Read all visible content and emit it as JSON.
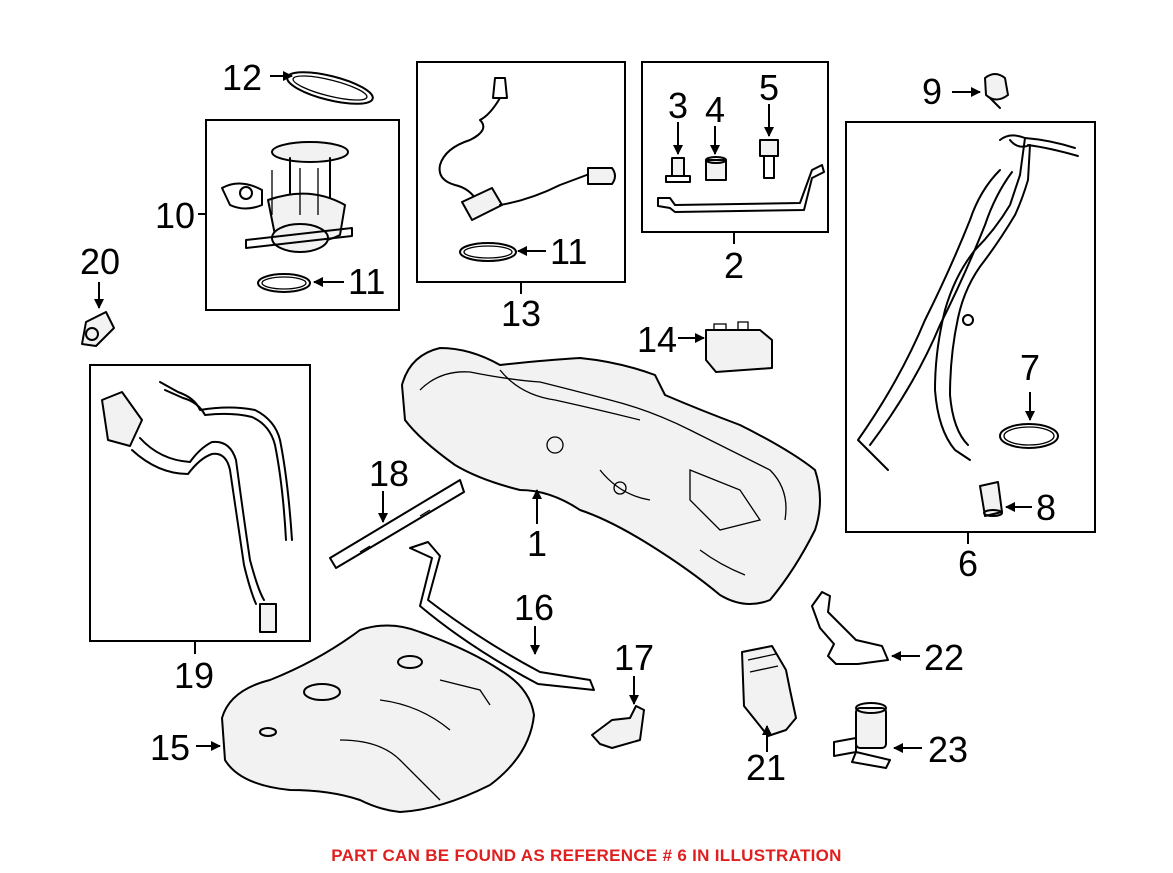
{
  "callouts": {
    "c1": "1",
    "c2": "2",
    "c3": "3",
    "c4": "4",
    "c5": "5",
    "c6": "6",
    "c7": "7",
    "c8": "8",
    "c9": "9",
    "c10": "10",
    "c11a": "11",
    "c11b": "11",
    "c12": "12",
    "c13": "13",
    "c14": "14",
    "c15": "15",
    "c16": "16",
    "c17": "17",
    "c18": "18",
    "c19": "19",
    "c20": "20",
    "c21": "21",
    "c22": "22",
    "c23": "23"
  },
  "footer": {
    "note": "PART CAN BE FOUND AS REFERENCE # 6 IN ILLUSTRATION",
    "color": "#e02020"
  }
}
